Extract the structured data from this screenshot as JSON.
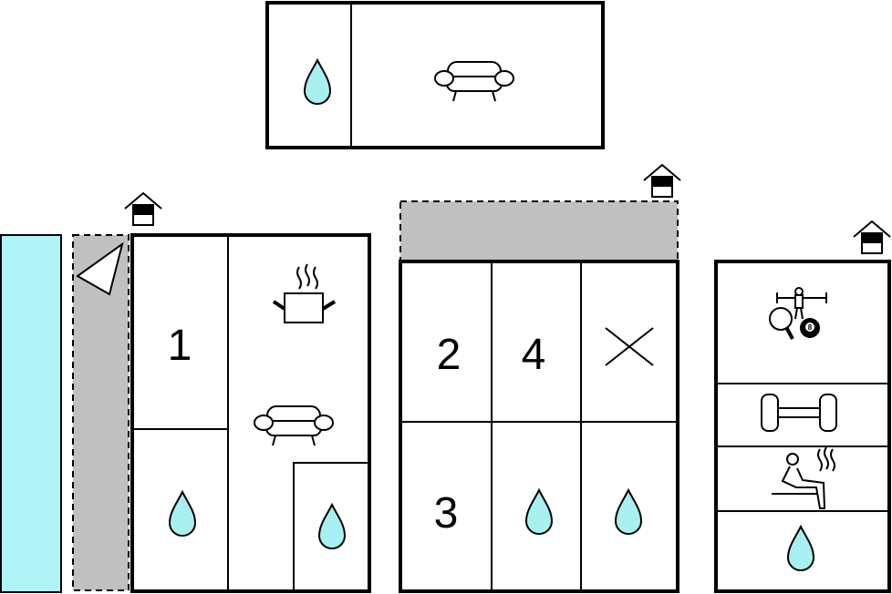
{
  "rooms": {
    "room1": "1",
    "room2": "2",
    "room3": "3",
    "room4": "4"
  },
  "colors": {
    "water": "#a8f0f0",
    "pool": "#b0f4f8",
    "terrace": "#c0c0c0"
  },
  "icons": [
    "water-drop-icon",
    "sofa-icon",
    "cooking-pot-icon",
    "house-entrance-icon",
    "compass-icon",
    "close-x-icon",
    "foosball-icon",
    "ping-pong-icon",
    "billiard-ball-icon",
    "dumbbell-icon",
    "sauna-icon"
  ],
  "billiard_ball_number": "8"
}
